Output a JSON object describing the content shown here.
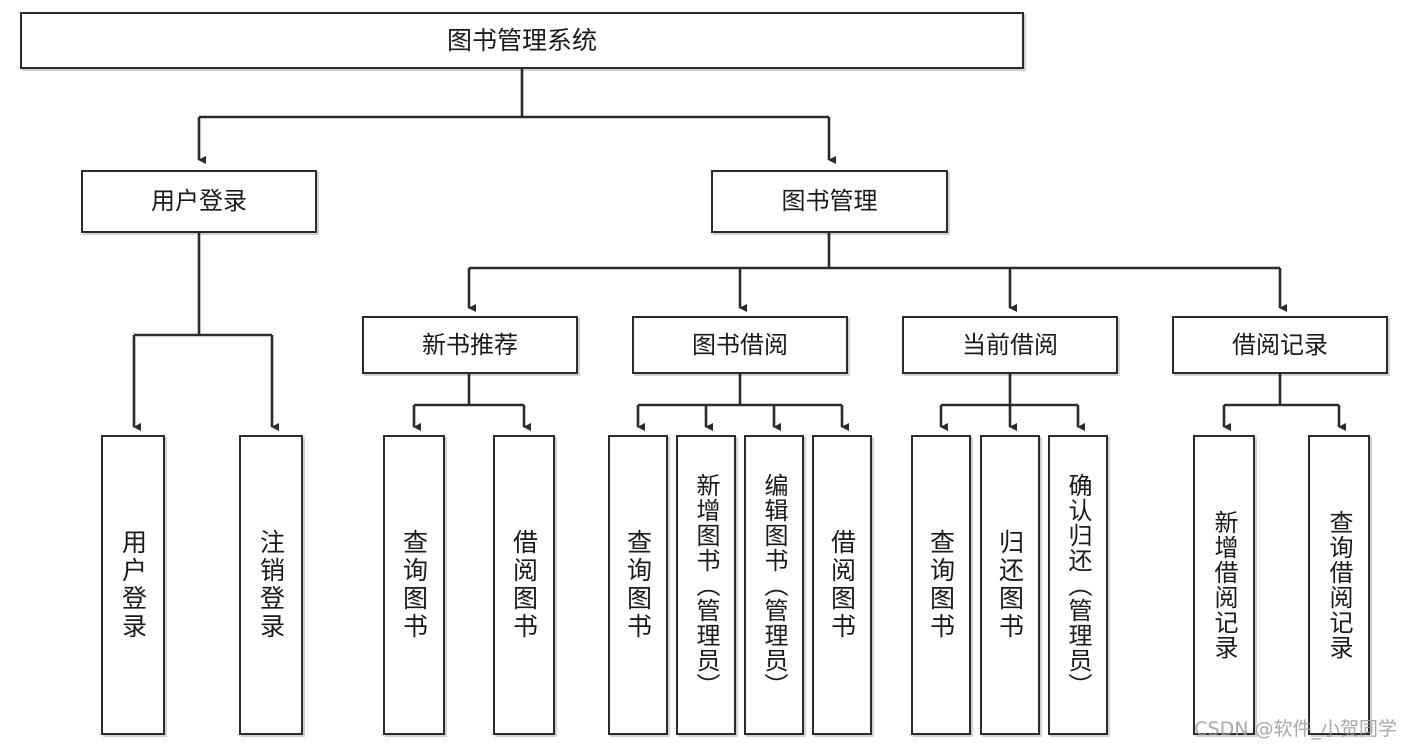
{
  "diagram": {
    "title": "图书管理系统",
    "watermark": "CSDN @软件_小贺同学",
    "stroke_color": "#2b2b2b",
    "fill_color": "#ffffff",
    "text_color": "#1a1a1a",
    "watermark_color": "#9a9a9a"
  },
  "nodes": {
    "root": {
      "label": "图书管理系统"
    },
    "level2": [
      {
        "label": "用户登录"
      },
      {
        "label": "图书管理"
      }
    ],
    "level3": [
      {
        "label": "新书推荐"
      },
      {
        "label": "图书借阅"
      },
      {
        "label": "当前借阅"
      },
      {
        "label": "借阅记录"
      }
    ],
    "leaves": {
      "user_login": [
        {
          "label": "用户登录"
        },
        {
          "label": "注销登录"
        }
      ],
      "new_book": [
        {
          "label": "查询图书"
        },
        {
          "label": "借阅图书"
        }
      ],
      "book_borrow": [
        {
          "label": "查询图书"
        },
        {
          "label": "新增图书（管理员）"
        },
        {
          "label": "编辑图书（管理员）"
        },
        {
          "label": "借阅图书"
        }
      ],
      "current_borrow": [
        {
          "label": "查询图书"
        },
        {
          "label": "归还图书"
        },
        {
          "label": "确认归还（管理员）"
        }
      ],
      "borrow_record": [
        {
          "label": "新增借阅记录"
        },
        {
          "label": "查询借阅记录"
        }
      ]
    }
  }
}
